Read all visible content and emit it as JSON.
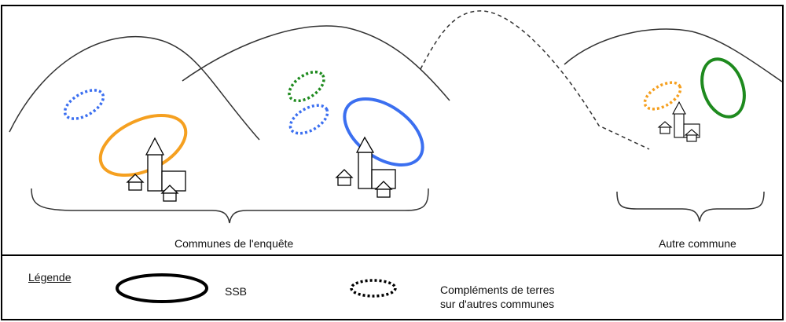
{
  "diagram": {
    "groups": {
      "communes_enquete": "Communes de l'enquête",
      "autre_commune": "Autre commune"
    },
    "legend": {
      "title": "Légende",
      "ssb": "SSB",
      "complements_line1": "Compléments de terres",
      "complements_line2": "sur d'autres communes"
    },
    "colors": {
      "orange": "#f5a020",
      "blue": "#3b6ff0",
      "green": "#1e8a1e",
      "black": "#000000"
    }
  }
}
